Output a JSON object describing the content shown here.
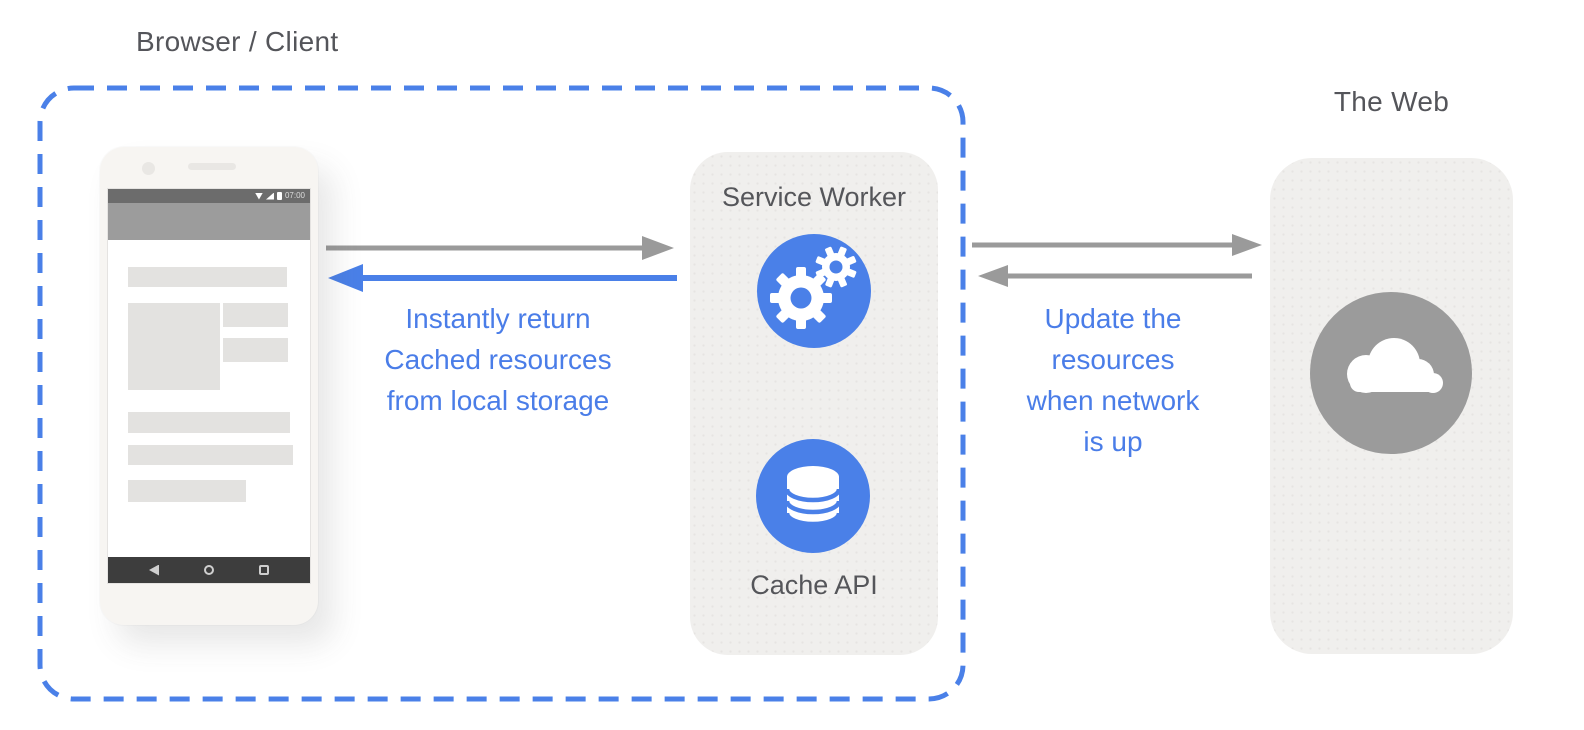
{
  "labels": {
    "browser_client": "Browser / Client",
    "the_web": "The Web",
    "service_worker": "Service Worker",
    "cache_api": "Cache API"
  },
  "captions": {
    "left": {
      "lines": [
        "Instantly return",
        "Cached resources",
        "from local storage"
      ]
    },
    "right": {
      "lines": [
        "Update the",
        "resources",
        "when network",
        "is up"
      ]
    }
  },
  "phone": {
    "status_time": "07:00"
  },
  "icons": {
    "service_worker": "gears-icon",
    "cache_api": "database-icon",
    "the_web": "cloud-icon",
    "phone_status": [
      "wifi-icon",
      "signal-icon",
      "battery-icon"
    ],
    "phone_nav": [
      "back-icon",
      "home-icon",
      "recents-icon"
    ]
  },
  "colors": {
    "accent_blue": "#4a80e8",
    "caption_blue": "#4a7de8",
    "arrow_gray": "#9a9a9a",
    "title_gray": "#54555a",
    "panel_gray": "#f0efed",
    "web_circle_gray": "#9b9b9b"
  }
}
